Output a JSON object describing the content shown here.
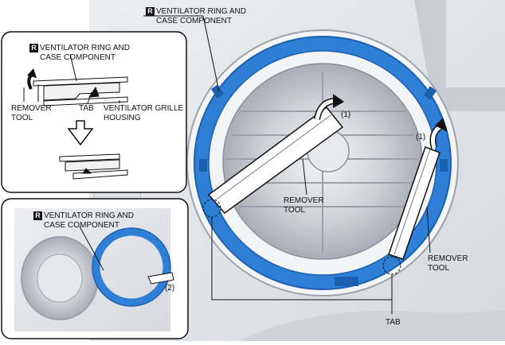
{
  "main_view": {
    "ring_callout": {
      "badge": "R",
      "line1": "VENTILATOR RING AND",
      "line2": "CASE COMPONENT"
    },
    "step_left": "(1)",
    "step_right": "(1)",
    "remover_tool_left": {
      "line1": "REMOVER",
      "line2": "TOOL"
    },
    "remover_tool_right": {
      "line1": "REMOVER",
      "line2": "TOOL"
    },
    "tab": "TAB"
  },
  "detail_inset": {
    "ring_callout": {
      "badge": "R",
      "line1": "VENTILATOR RING AND",
      "line2": "CASE COMPONENT"
    },
    "remover_tool": {
      "line1": "REMOVER",
      "line2": "TOOL"
    },
    "tab": "TAB",
    "grille_housing": {
      "line1": "VENTILATOR GRILLE",
      "line2": "HOUSING"
    }
  },
  "removal_inset": {
    "ring_callout": {
      "badge": "R",
      "line1": "VENTILATOR RING AND",
      "line2": "CASE COMPONENT"
    },
    "step": "(2)"
  },
  "colors": {
    "ring_blue": "#2f7fd6",
    "ring_dark": "#1b5fb0",
    "panel_gray": "#e4e6ea",
    "outline": "#111111"
  }
}
